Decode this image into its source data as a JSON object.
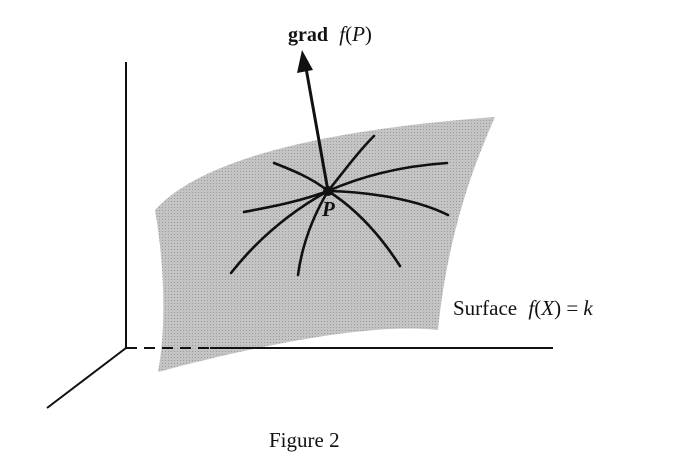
{
  "labels": {
    "gradient_prefix": "grad",
    "gradient_fn": "f",
    "gradient_open": "(",
    "gradient_arg": "P",
    "gradient_close": ")",
    "point": "P",
    "surface_word": "Surface",
    "surface_fn": "f",
    "surface_open": "(",
    "surface_arg": "X",
    "surface_close": ")",
    "surface_eq": " = ",
    "surface_const": "k",
    "caption": "Figure 2"
  },
  "colors": {
    "surface": "#b9b9b9",
    "ink": "#111111",
    "background": "#ffffff"
  }
}
